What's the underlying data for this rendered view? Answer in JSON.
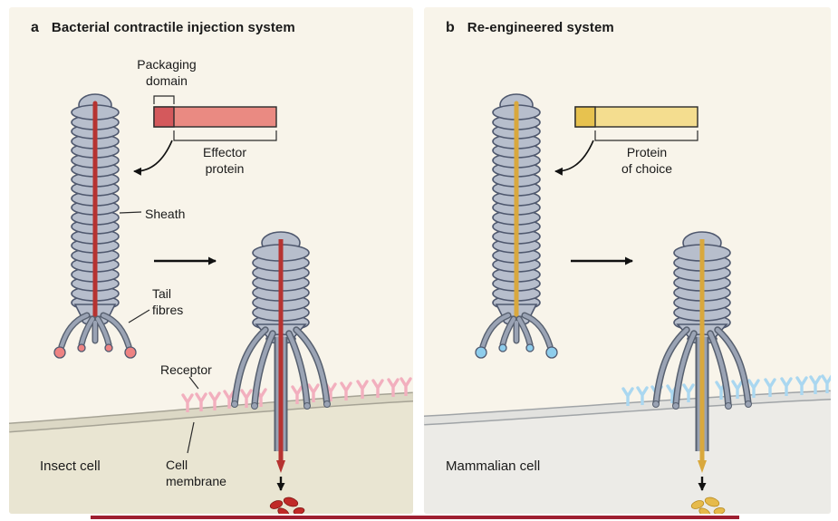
{
  "panels": {
    "a": {
      "letter": "a",
      "title": "Bacterial contractile injection system",
      "labels": {
        "packaging_domain": "Packaging\ndomain",
        "effector_protein": "Effector\nprotein",
        "sheath": "Sheath",
        "tail_fibres": "Tail\nfibres",
        "receptor": "Receptor",
        "insect_cell": "Insect cell",
        "cell_membrane": "Cell\nmembrane"
      }
    },
    "b": {
      "letter": "b",
      "title": "Re-engineered system",
      "labels": {
        "protein_of_choice": "Protein\nof choice",
        "mammalian_cell": "Mammalian cell"
      }
    }
  },
  "icons": {
    "transition_arrow": "→",
    "release_arrow": "↓",
    "cargo_loading_arrow": "↙"
  },
  "colors": {
    "ink": "#1a1a1a",
    "panel_bg": "#f8f4ea",
    "insect_cell": "#e9e5d2",
    "membrane_a_band": "#dcd8c5",
    "membrane_a_edge": "#a6a395",
    "mammal_cell": "#ecebe7",
    "membrane_b_band": "#e2e2df",
    "membrane_b_edge": "#a0a4a7",
    "sheath_fill": "#b7becc",
    "sheath_stroke": "#4f586e",
    "leg_outline": "#57606f",
    "leg_core": "#9aa3b4",
    "effector_red": "#b63331",
    "packaging_red": "#d4595c",
    "effector_bar": "#ea8a82",
    "cargo_yellow": "#d9a83d",
    "cargo_bar_small": "#e7c24f",
    "cargo_bar": "#f4dd8f",
    "tip_red": "#ee8383",
    "tip_blue": "#8ecdec",
    "receptor_pink": "#f2afbe",
    "receptor_blue": "#aad7f0",
    "blob_red": "#c02a28",
    "blob_yellow": "#e6ba4b",
    "bottom_rule": "#9e1f31"
  }
}
